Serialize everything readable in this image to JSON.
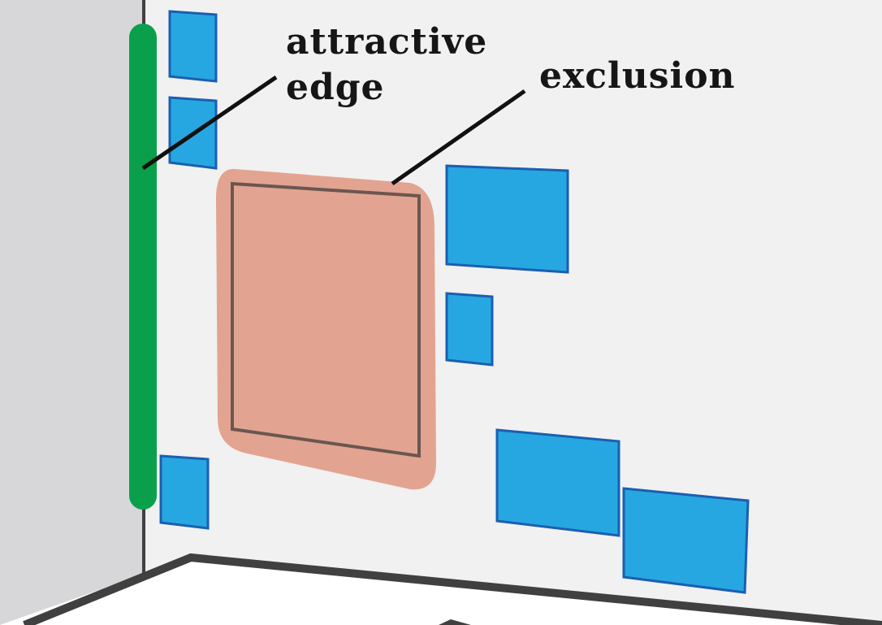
{
  "labels": {
    "attractive_line1": "attractive",
    "attractive_line2": "edge",
    "exclusion": "exclusion"
  },
  "colors": {
    "wall_front": "#f1f1f1",
    "wall_side": "#d7d7d9",
    "edge_line": "#404040",
    "attractive_edge": "#0aa04b",
    "frame_fill": "#27a7e2",
    "frame_stroke": "#1a5fb1",
    "exclusion_fill": "#e2a491",
    "exclusion_border": "#6b5650",
    "floor": "#ffffff",
    "text": "#161616"
  },
  "icons": {
    "frames": "blue-picture-frame-rectangles",
    "exclusion_zone": "salmon-rounded-region",
    "attractive_edge": "green-vertical-bar"
  }
}
